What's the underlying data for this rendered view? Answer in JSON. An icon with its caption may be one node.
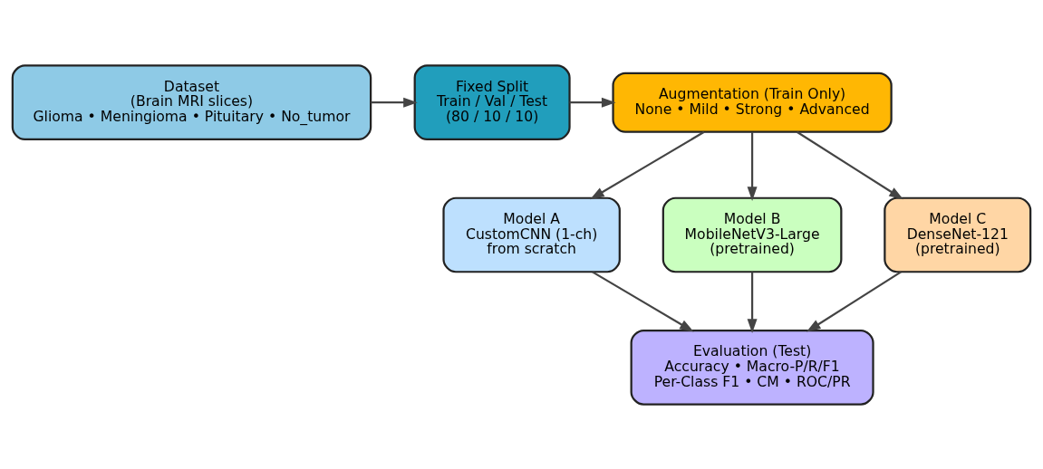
{
  "diagram": {
    "nodes": [
      {
        "text": [
          "Dataset",
          "(Brain MRI slices)",
          "Glioma • Meningioma • Pituitary • No_tumor"
        ]
      },
      {
        "text": [
          "Fixed Split",
          "Train / Val / Test",
          "(80 / 10 / 10)"
        ]
      },
      {
        "text": [
          "Augmentation (Train Only)",
          "None • Mild • Strong • Advanced"
        ]
      },
      {
        "text": [
          "Model A",
          "CustomCNN (1-ch)",
          "from scratch"
        ]
      },
      {
        "text": [
          "Model B",
          "MobileNetV3-Large",
          "(pretrained)"
        ]
      },
      {
        "text": [
          "Model C",
          "DenseNet-121",
          "(pretrained)"
        ]
      },
      {
        "text": [
          "Evaluation (Test)",
          "Accuracy • Macro-P/R/F1",
          "Per-Class F1 • CM • ROC/PR"
        ]
      }
    ],
    "edges": [
      {
        "from": 0,
        "to": 1,
        "arrow": "to"
      },
      {
        "from": 1,
        "to": 2,
        "arrow": "to"
      },
      {
        "from": 2,
        "to": 3,
        "arrow": "to"
      },
      {
        "from": 2,
        "to": 4,
        "arrow": "to"
      },
      {
        "from": 2,
        "to": 5,
        "arrow": "to"
      },
      {
        "from": 3,
        "to": 6,
        "arrow": "to"
      },
      {
        "from": 4,
        "to": 6,
        "arrow": "to"
      },
      {
        "from": 5,
        "to": 6,
        "arrow": "to"
      }
    ]
  }
}
